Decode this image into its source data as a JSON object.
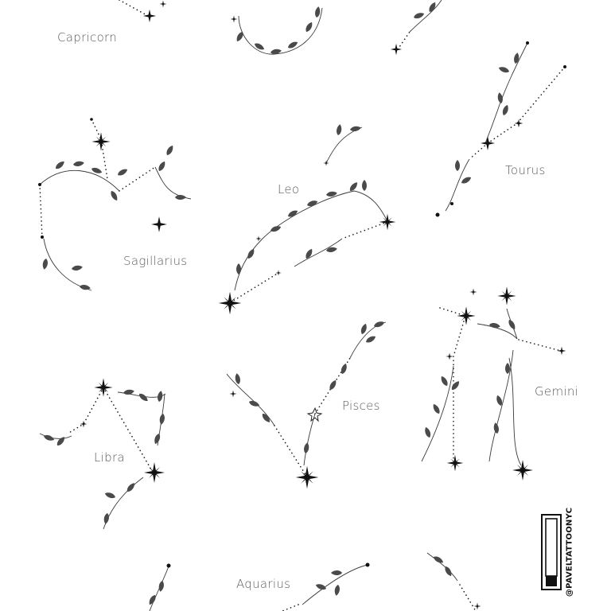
{
  "constellations": {
    "capricorn": "Capricorn",
    "tourus": "Tourus",
    "leo": "Leo",
    "sagittarius": "Sagillarius",
    "libra": "Libra",
    "pisces": "Pisces",
    "gemini": "Gemini",
    "aquarius": "Aquarius"
  },
  "watermark": {
    "handle": "@PAVELTATTOONYC"
  },
  "colors": {
    "background": "#ffffff",
    "ink": "#111111",
    "label": "#5c5c5c"
  }
}
